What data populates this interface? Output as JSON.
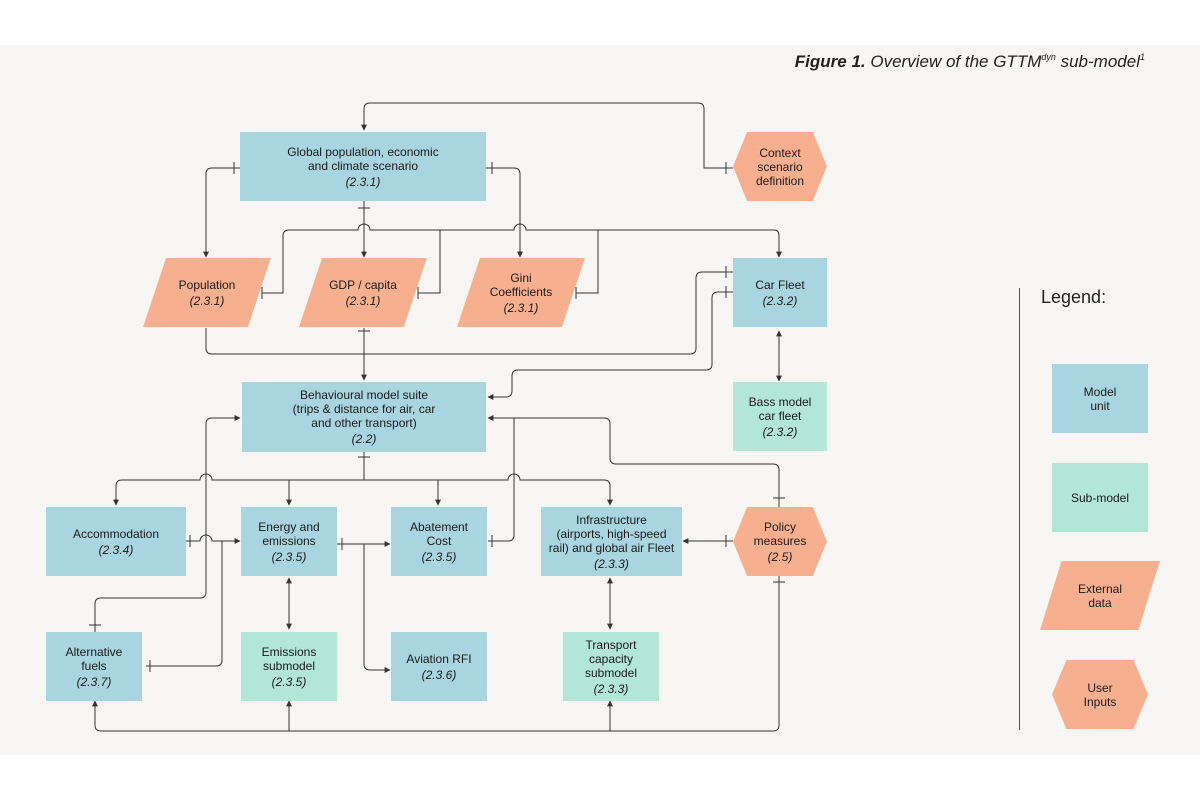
{
  "figure": {
    "label": "Figure 1.",
    "caption_pre": " Overview of the GTTM",
    "caption_sup": "dyn",
    "caption_post": " sub-model",
    "footnote_mark": "1"
  },
  "nodes": {
    "global_scenario": {
      "label": "Global population, economic\nand climate scenario",
      "ref": "(2.3.1)"
    },
    "context": {
      "label": "Context\nscenario\ndefinition",
      "ref": ""
    },
    "population": {
      "label": "Population",
      "ref": "(2.3.1)"
    },
    "gdp": {
      "label": "GDP / capita",
      "ref": "(2.3.1)"
    },
    "gini": {
      "label": "Gini\nCoefficients",
      "ref": "(2.3.1)"
    },
    "car_fleet": {
      "label": "Car Fleet",
      "ref": "(2.3.2)"
    },
    "behavioural": {
      "label": "Behavioural model suite\n(trips & distance for air, car\nand other transport)",
      "ref": "(2.2)"
    },
    "bass": {
      "label": "Bass model\ncar fleet",
      "ref": "(2.3.2)"
    },
    "accommodation": {
      "label": "Accommodation",
      "ref": "(2.3.4)"
    },
    "energy": {
      "label": "Energy and\nemissions",
      "ref": "(2.3.5)"
    },
    "abatement": {
      "label": "Abatement\nCost",
      "ref": "(2.3.5)"
    },
    "infrastructure": {
      "label": "Infrastructure\n(airports, high-speed\nrail) and global air Fleet",
      "ref": "(2.3.3)"
    },
    "policy": {
      "label": "Policy\nmeasures",
      "ref": "(2.5)"
    },
    "alt_fuels": {
      "label": "Alternative\nfuels",
      "ref": "(2.3.7)"
    },
    "emissions_sub": {
      "label": "Emissions\nsubmodel",
      "ref": "(2.3.5)"
    },
    "aviation_rfi": {
      "label": "Aviation RFI",
      "ref": "(2.3.6)"
    },
    "transport_cap": {
      "label": "Transport\ncapacity\nsubmodel",
      "ref": "(2.3.3)"
    }
  },
  "legend": {
    "title": "Legend:",
    "model_unit": "Model\nunit",
    "sub_model": "Sub-model",
    "external_data": "External\ndata",
    "user_inputs": "User\nInputs"
  },
  "colors": {
    "model_unit": "#a9d5e0",
    "sub_model": "#b2e6d6",
    "external": "#f6b08f",
    "line": "#333333"
  }
}
